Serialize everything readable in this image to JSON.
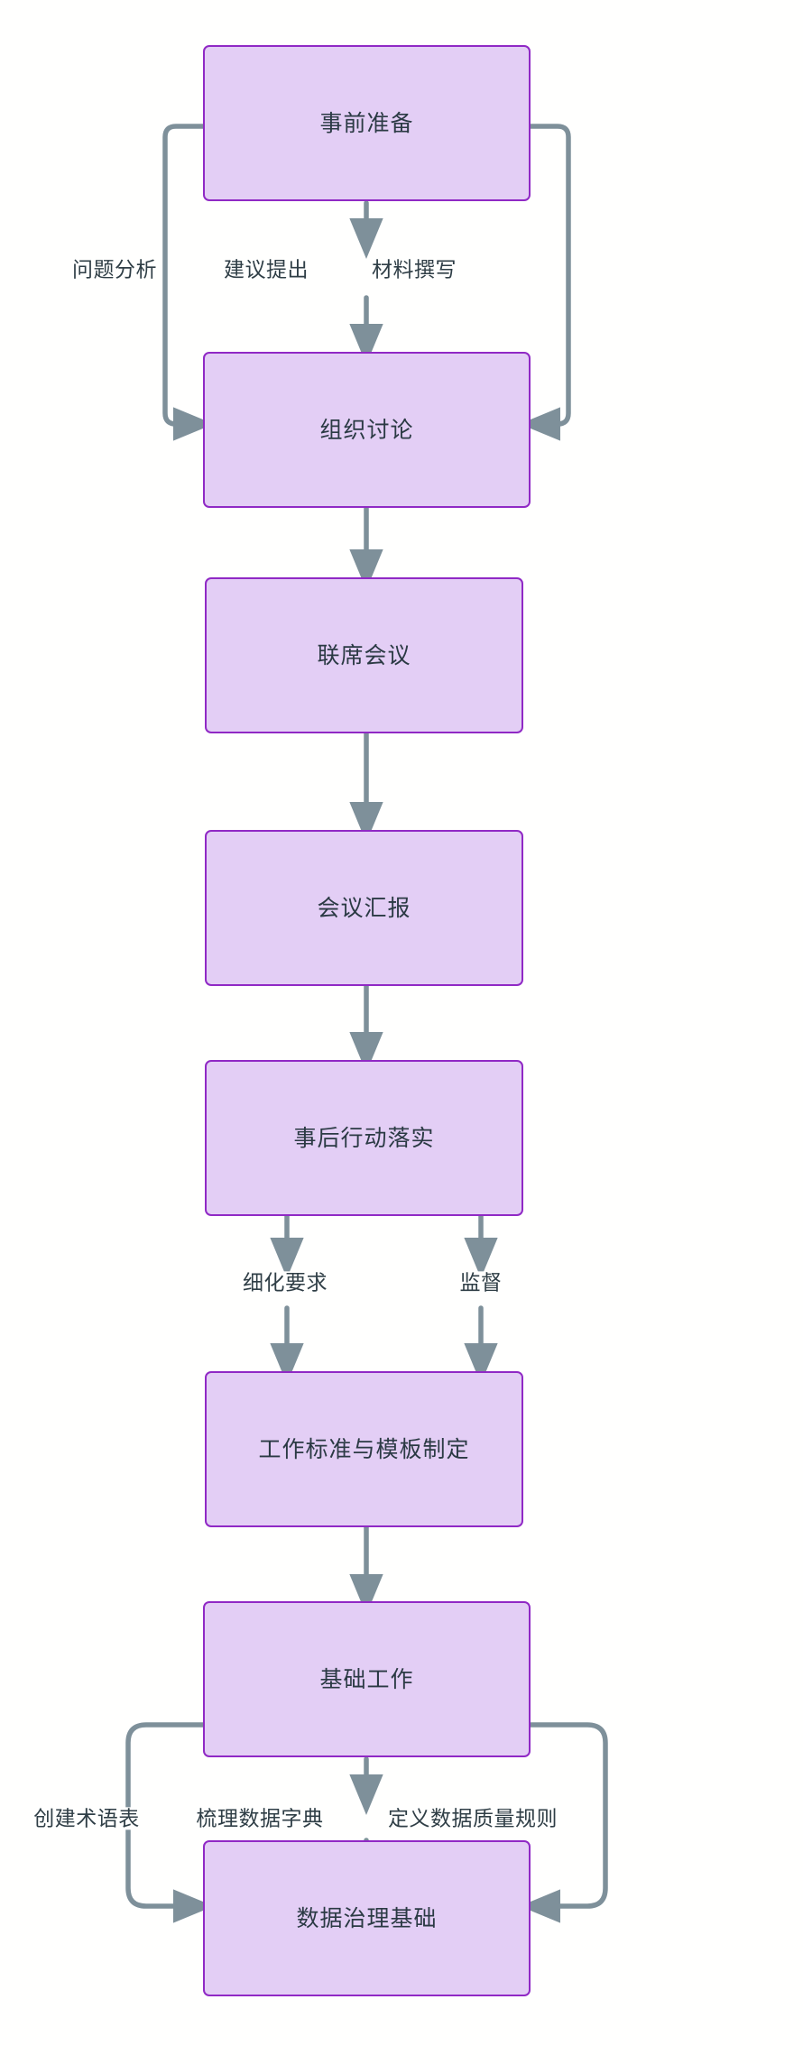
{
  "diagram": {
    "type": "flowchart",
    "title": "",
    "orientation": "top-to-bottom",
    "colors": {
      "node_fill": "#e3cef5",
      "node_border": "#9029c5",
      "node_text": "#2b3a44",
      "connector": "#7e909a",
      "edge_label_text": "#2f3e46",
      "background": "#ffffff"
    },
    "nodes": [
      {
        "id": "n1",
        "label": "事前准备"
      },
      {
        "id": "n2",
        "label": "组织讨论"
      },
      {
        "id": "n3",
        "label": "联席会议"
      },
      {
        "id": "n4",
        "label": "会议汇报"
      },
      {
        "id": "n5",
        "label": "事后行动落实"
      },
      {
        "id": "n6",
        "label": "工作标准与模板制定"
      },
      {
        "id": "n7",
        "label": "基础工作"
      },
      {
        "id": "n8",
        "label": "数据治理基础"
      }
    ],
    "edges": [
      {
        "from": "n1",
        "to": "n2",
        "label": "问题分析",
        "route": "left-loop"
      },
      {
        "from": "n1",
        "to": "n2",
        "label": "建议提出",
        "route": "straight"
      },
      {
        "from": "n1",
        "to": "n2",
        "label": "材料撰写",
        "route": "right-loop"
      },
      {
        "from": "n2",
        "to": "n3",
        "label": "",
        "route": "straight"
      },
      {
        "from": "n3",
        "to": "n4",
        "label": "",
        "route": "straight"
      },
      {
        "from": "n4",
        "to": "n5",
        "label": "",
        "route": "straight"
      },
      {
        "from": "n5",
        "to": "n6",
        "label": "细化要求",
        "route": "straight-left"
      },
      {
        "from": "n5",
        "to": "n6",
        "label": "监督",
        "route": "straight-right"
      },
      {
        "from": "n6",
        "to": "n7",
        "label": "",
        "route": "straight"
      },
      {
        "from": "n7",
        "to": "n8",
        "label": "创建术语表",
        "route": "left-loop"
      },
      {
        "from": "n7",
        "to": "n8",
        "label": "梳理数据字典",
        "route": "straight"
      },
      {
        "from": "n7",
        "to": "n8",
        "label": "定义数据质量规则",
        "route": "right-loop"
      }
    ],
    "edge_labels": {
      "l1": "问题分析",
      "l2": "建议提出",
      "l3": "材料撰写",
      "l4": "细化要求",
      "l5": "监督",
      "l6": "创建术语表",
      "l7": "梳理数据字典",
      "l8": "定义数据质量规则"
    }
  }
}
